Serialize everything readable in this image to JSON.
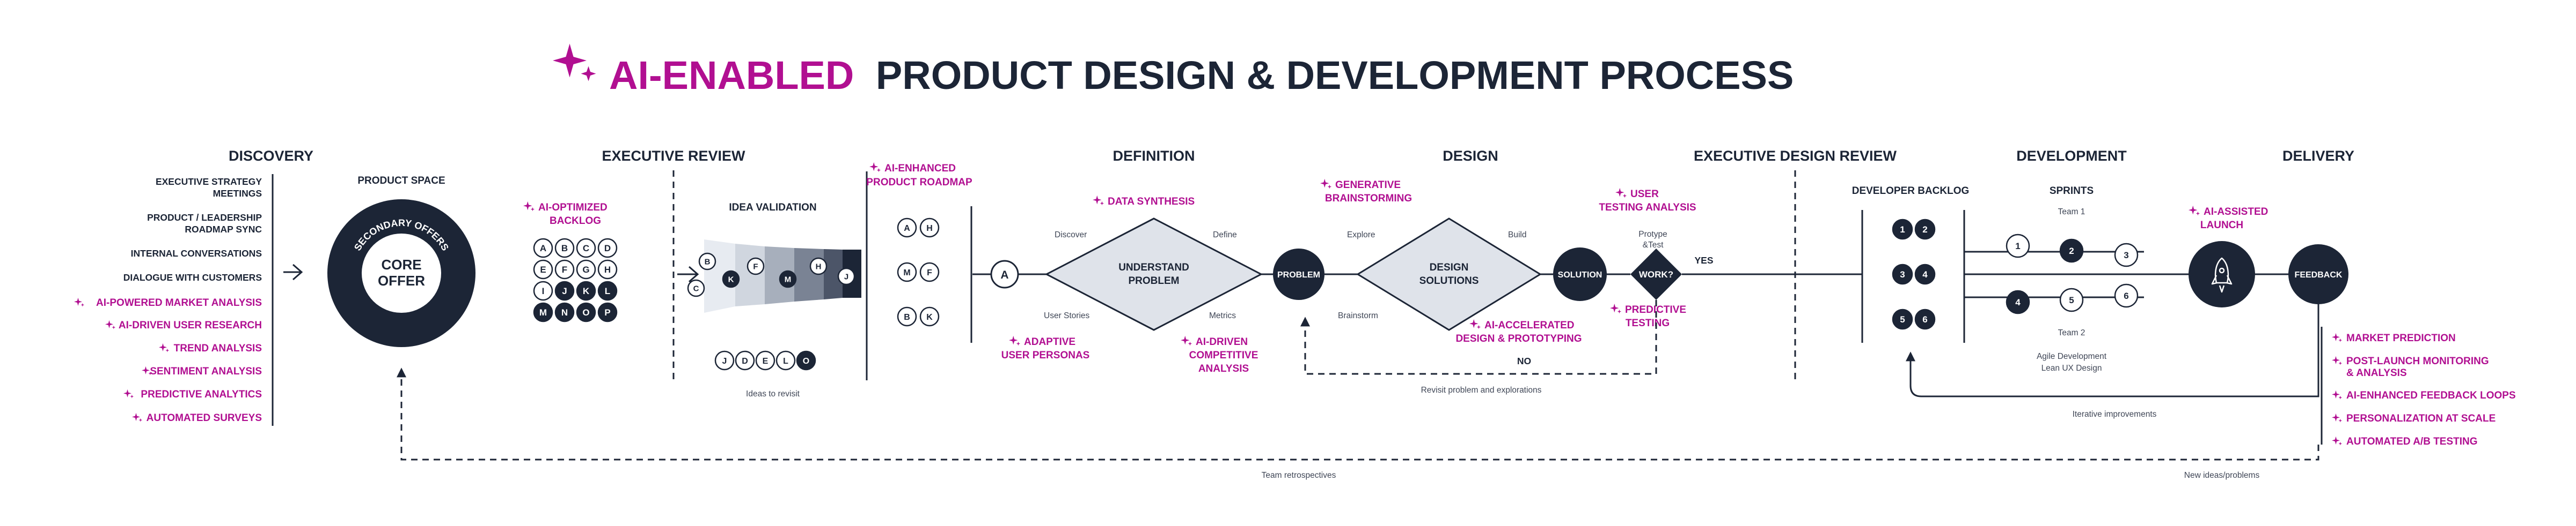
{
  "title": {
    "highlight": "AI-ENABLED",
    "rest": "PRODUCT DESIGN & DEVELOPMENT PROCESS"
  },
  "colors": {
    "navy": "#1c2536",
    "magenta": "#b10f91",
    "gray": "#6b7280"
  },
  "phases": {
    "discovery": "DISCOVERY",
    "executive_review": "EXECUTIVE REVIEW",
    "definition": "DEFINITION",
    "design": "DESIGN",
    "executive_design_review": "EXECUTIVE DESIGN REVIEW",
    "development": "DEVELOPMENT",
    "delivery": "DELIVERY"
  },
  "discovery": {
    "inputs": [
      "EXECUTIVE STRATEGY",
      "MEETINGS",
      "PRODUCT / LEADERSHIP",
      "ROADMAP SYNC",
      "INTERNAL CONVERSATIONS",
      "DIALOGUE WITH CUSTOMERS"
    ],
    "ai_items": [
      "AI-POWERED MARKET ANALYSIS",
      "AI-DRIVEN USER RESEARCH",
      "TREND ANALYSIS",
      "SENTIMENT ANALYSIS",
      "PREDICTIVE ANALYTICS",
      "AUTOMATED SURVEYS"
    ]
  },
  "product_space": {
    "label": "PRODUCT SPACE",
    "ring_label": "SECONDARY OFFERS",
    "core_line1": "CORE",
    "core_line2": "OFFER"
  },
  "backlog": {
    "label_line1": "AI-OPTIMIZED",
    "label_line2": "BACKLOG",
    "letters": [
      [
        "A",
        "B",
        "C",
        "D"
      ],
      [
        "E",
        "F",
        "G",
        "H"
      ],
      [
        "I",
        "J",
        "K",
        "L"
      ],
      [
        "M",
        "N",
        "O",
        "P"
      ]
    ]
  },
  "idea_validation": {
    "label": "IDEA VALIDATION",
    "funnel_letters": [
      "B",
      "C",
      "K",
      "F",
      "M",
      "H",
      "J"
    ],
    "revisit_letters": [
      "J",
      "D",
      "E",
      "L",
      "O"
    ],
    "revisit_caption": "Ideas to revisit"
  },
  "roadmap": {
    "label_line1": "AI-ENHANCED",
    "label_line2": "PRODUCT ROADMAP",
    "pairs": [
      [
        "A",
        "H"
      ],
      [
        "M",
        "F"
      ],
      [
        "B",
        "K"
      ]
    ]
  },
  "definition": {
    "node": "A",
    "diamond_line1": "UNDERSTAND",
    "diamond_line2": "PROBLEM",
    "discover": "Discover",
    "define": "Define",
    "user_stories": "User Stories",
    "metrics": "Metrics",
    "ai_top": "DATA SYNTHESIS",
    "ai_left_line1": "ADAPTIVE",
    "ai_left_line2": "USER PERSONAS",
    "ai_right_line1": "AI-DRIVEN",
    "ai_right_line2": "COMPETITIVE",
    "ai_right_line3": "ANALYSIS",
    "problem": "PROBLEM"
  },
  "design": {
    "ai_top_line1": "GENERATIVE",
    "ai_top_line2": "BRAINSTORMING",
    "explore": "Explore",
    "build": "Build",
    "brainstorm": "Brainstorm",
    "diamond_line1": "DESIGN",
    "diamond_line2": "SOLUTIONS",
    "solution": "SOLUTION",
    "ai_bottom_line1": "AI-ACCELERATED",
    "ai_bottom_line2": "DESIGN & PROTOTYPING",
    "ai_user_line1": "USER",
    "ai_user_line2": "TESTING ANALYSIS",
    "prototype_line1": "Protype",
    "prototype_line2": "&Test",
    "ai_pred_line1": "PREDICTIVE",
    "ai_pred_line2": "TESTING",
    "work": "WORK?",
    "yes": "YES",
    "no": "NO",
    "revisit_caption": "Revisit problem and explorations"
  },
  "development": {
    "backlog_label": "DEVELOPER BACKLOG",
    "backlog_items": [
      "1",
      "2",
      "3",
      "4",
      "5",
      "6"
    ],
    "sprints": "SPRINTS",
    "team1": "Team 1",
    "team2": "Team 2",
    "team1_items": [
      "1",
      "2",
      "3"
    ],
    "team2_items": [
      "4",
      "5",
      "6"
    ],
    "agile_line1": "Agile Development",
    "agile_line2": "Lean UX Design",
    "ai_launch_line1": "AI-ASSISTED",
    "ai_launch_line2": "LAUNCH",
    "iterative": "Iterative improvements"
  },
  "delivery": {
    "feedback": "FEEDBACK",
    "ai_items": [
      "MARKET PREDICTION",
      "POST-LAUNCH MONITORING",
      "& ANALYSIS",
      "AI-ENHANCED FEEDBACK LOOPS",
      "PERSONALIZATION AT SCALE",
      "AUTOMATED A/B TESTING"
    ],
    "new_ideas": "New ideas/problems"
  },
  "loops": {
    "retrospectives": "Team retrospectives"
  }
}
